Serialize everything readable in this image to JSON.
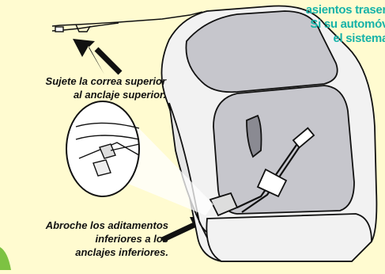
{
  "callouts": {
    "top_tether": [
      "Sujete la correa superior",
      "al anclaje superior."
    ],
    "lower_anchors": [
      "Abroche los aditamentos",
      "inferiores a los",
      "anclajes inferiores."
    ]
  },
  "side_note": {
    "lines": [
      "asientos traser",
      "Si su automóv",
      "el sistema"
    ]
  },
  "colors": {
    "background": "#fffbd0",
    "seat_shell": "#f2f2f2",
    "seat_padding": "#c6c6cc",
    "side_note_text": "#17b3a8",
    "corner_accent": "#7dc242",
    "outline": "#111111"
  }
}
